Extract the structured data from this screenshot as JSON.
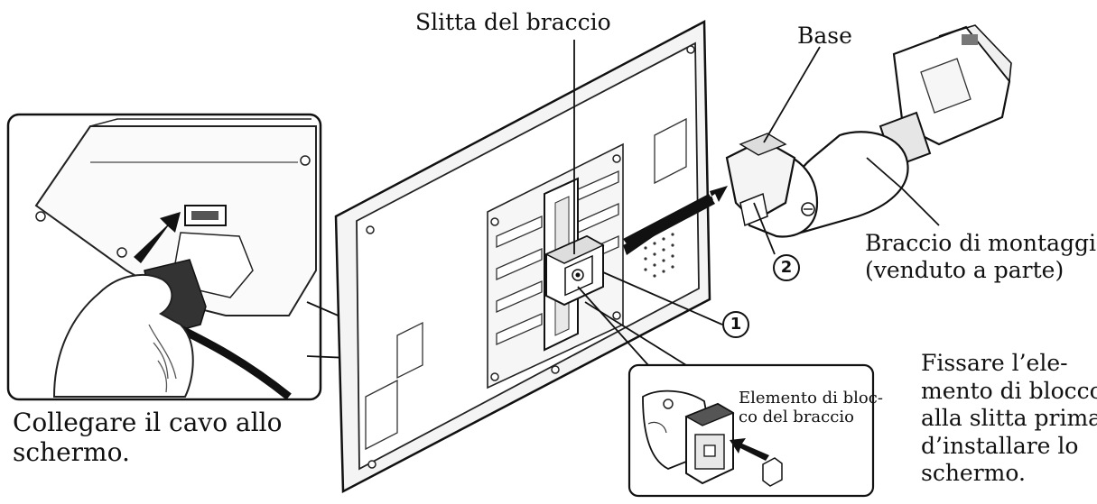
{
  "labels": {
    "arm_slide": "Slitta del braccio",
    "base": "Base",
    "mounting_arm": [
      "Braccio di montaggio",
      "(venduto a parte)"
    ],
    "connect_cable": [
      "Collegare il cavo allo",
      "schermo."
    ],
    "fix_lock": [
      "Fissare l’ele-",
      "mento di blocco",
      "alla slitta prima",
      "d’installare lo",
      "schermo."
    ],
    "lock_element": [
      "Elemento di bloc-",
      "co del braccio"
    ]
  },
  "callouts": {
    "one": "1",
    "two": "2"
  },
  "icons": [
    "arrow-right-icon",
    "arrow-insert-icon",
    "arrow-lock-icon"
  ]
}
